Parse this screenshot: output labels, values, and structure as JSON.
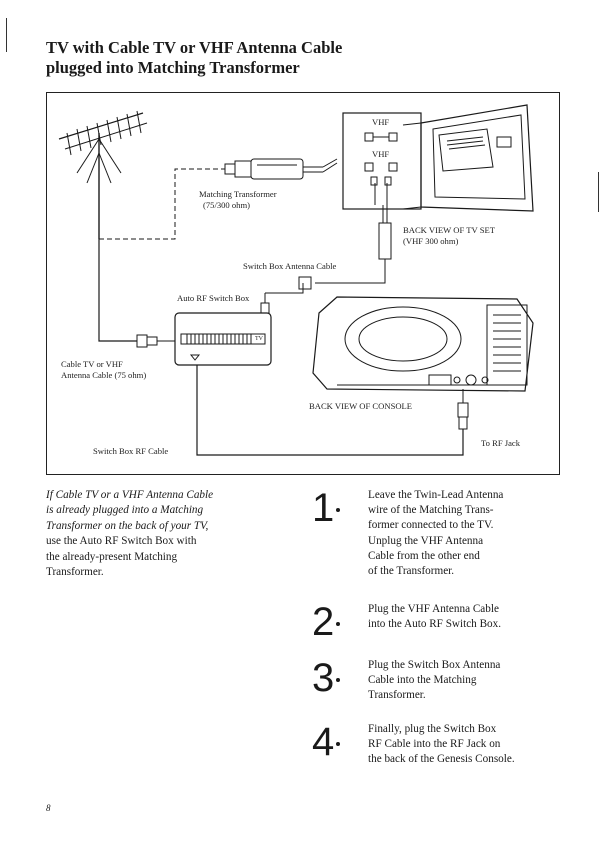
{
  "page": {
    "title_line1": "TV with Cable TV or VHF Antenna Cable",
    "title_line2": "plugged into Matching Transformer",
    "page_number": "8"
  },
  "diagram": {
    "labels": {
      "vhf_top": "VHF",
      "vhf_bottom": "VHF",
      "matching_transformer_line1": "Matching Transformer",
      "matching_transformer_line2": "(75/300 ohm)",
      "back_view_tv_line1": "BACK VIEW OF TV SET",
      "back_view_tv_line2": "(VHF 300 ohm)",
      "switch_box_antenna_cable": "Switch Box Antenna Cable",
      "auto_rf_switch_box": "Auto RF Switch Box",
      "cable_tv_line1": "Cable TV or VHF",
      "cable_tv_line2": "Antenna Cable (75 ohm)",
      "back_view_console": "BACK VIEW OF CONSOLE",
      "to_rf_jack": "To RF Jack",
      "switch_box_rf_cable": "Switch Box RF Cable",
      "switch_tv_mark": "TV"
    }
  },
  "intro": {
    "line1": "If Cable TV or a VHF Antenna Cable",
    "line2": "is already plugged into a Matching",
    "line3": "Transformer on the back of your TV,",
    "line4": "use the Auto RF Switch Box with",
    "line5": "the already-present Matching",
    "line6": "Transformer."
  },
  "steps": [
    {
      "number": "1",
      "lines": [
        "Leave the Twin-Lead Antenna",
        "wire of the Matching Trans-",
        "former connected to the TV.",
        "Unplug the VHF Antenna",
        "Cable from the other end",
        "of the Transformer."
      ]
    },
    {
      "number": "2",
      "lines": [
        "Plug the VHF Antenna Cable",
        "into the Auto RF Switch Box."
      ]
    },
    {
      "number": "3",
      "lines": [
        "Plug the Switch Box Antenna",
        "Cable into the Matching",
        "Transformer."
      ]
    },
    {
      "number": "4",
      "lines": [
        "Finally, plug the Switch Box",
        "RF Cable into the RF Jack on",
        "the back of the Genesis Console."
      ]
    }
  ]
}
